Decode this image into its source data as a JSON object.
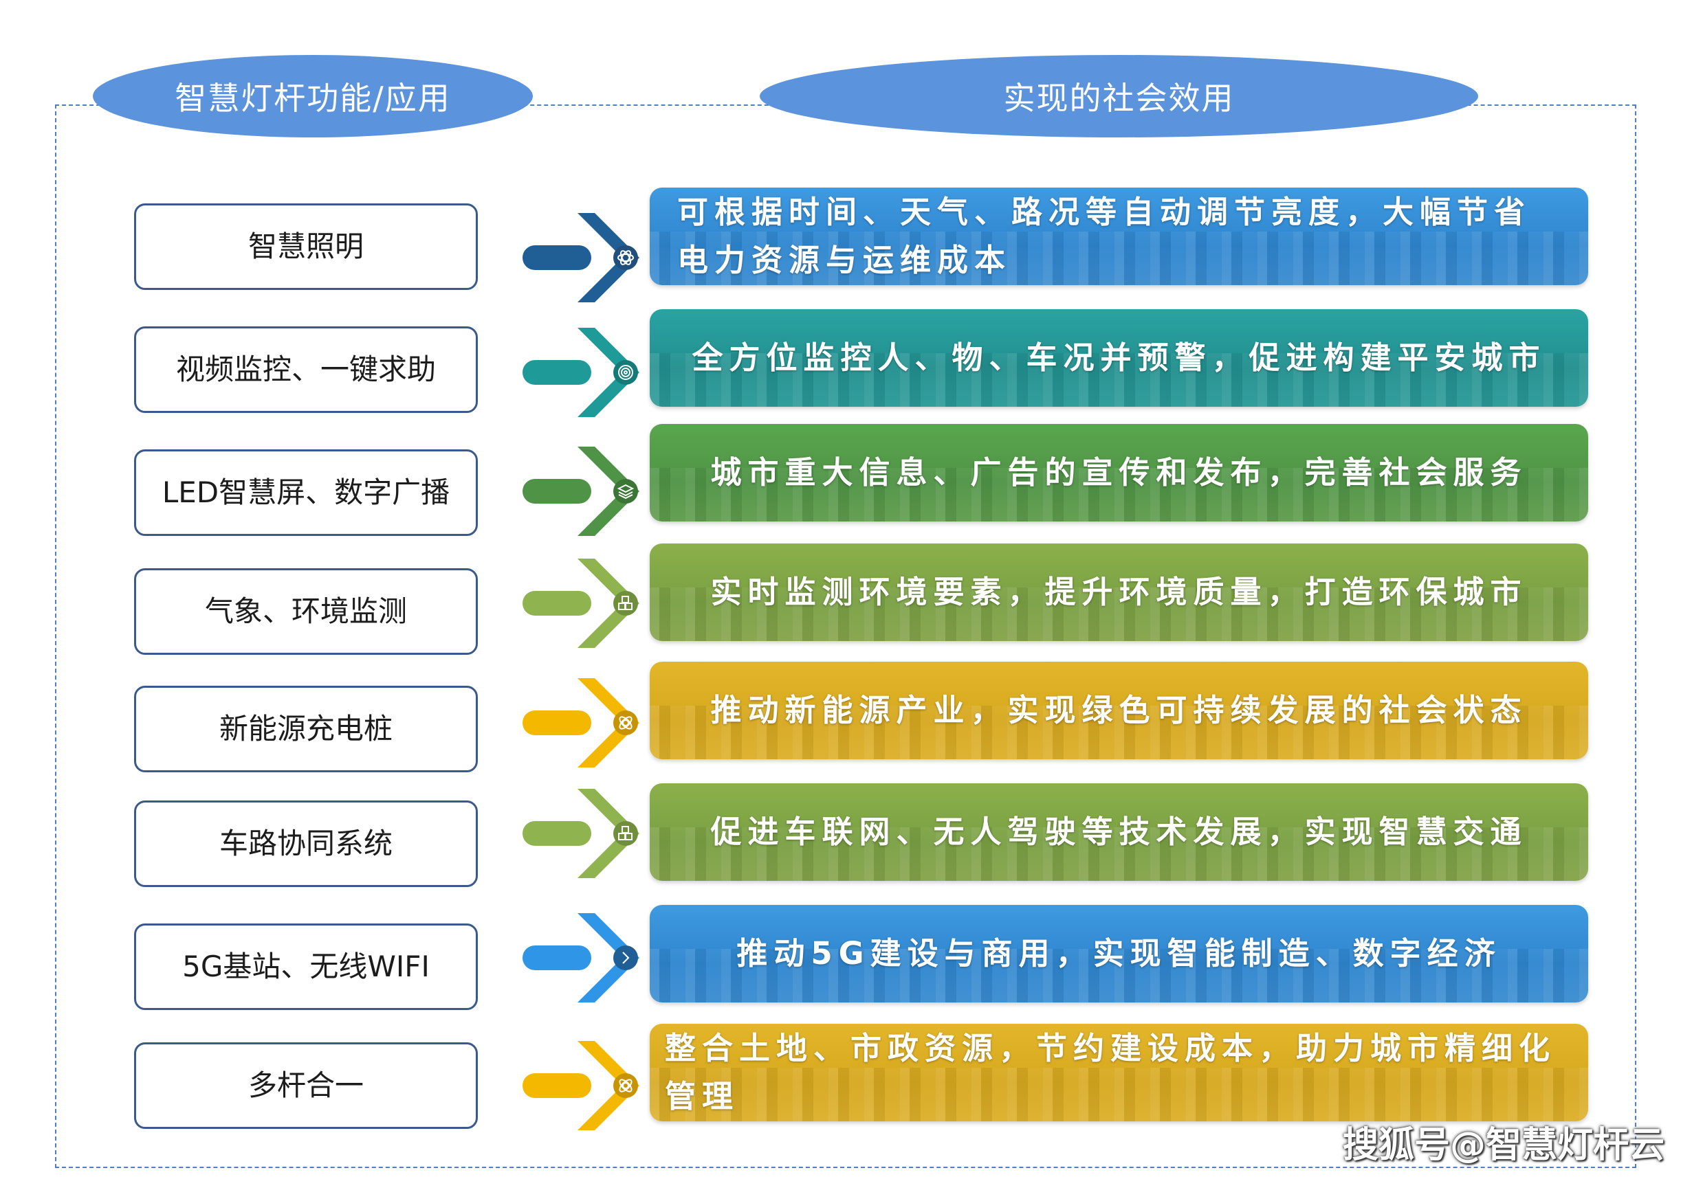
{
  "headers": {
    "left": "智慧灯杆功能/应用",
    "right": "实现的社会效用"
  },
  "rows": [
    {
      "function": "智慧照明",
      "effect": "可根据时间、天气、路况等自动调节亮度，大幅节省电力资源与运维成本",
      "color": "#2f86cf",
      "icon": "atom-icon"
    },
    {
      "function": "视频监控、一键求助",
      "effect": "全方位监控人、物、车况并预警，促进构建平安城市",
      "color": "#22908f",
      "icon": "target-icon"
    },
    {
      "function": "LED智慧屏、数字广播",
      "effect": "城市重大信息、广告的宣传和发布，完善社会服务",
      "color": "#4f9446",
      "icon": "layers-icon"
    },
    {
      "function": "气象、环境监测",
      "effect": "实时监测环境要素，提升环境质量，打造环保城市",
      "color": "#7aa044",
      "icon": "cubes-icon"
    },
    {
      "function": "新能源充电桩",
      "effect": "推动新能源产业，实现绿色可持续发展的社会状态",
      "color": "#d6a81f",
      "icon": "orbit-icon"
    },
    {
      "function": "车路协同系统",
      "effect": "促进车联网、无人驾驶等技术发展，实现智慧交通",
      "color": "#7aa044",
      "icon": "cubes-icon"
    },
    {
      "function": "5G基站、无线WIFI",
      "effect": "推动5G建设与商用，实现智能制造、数字经济",
      "color": "#2f86cf",
      "icon": "chevron-right-icon"
    },
    {
      "function": "多杆合一",
      "effect": "整合土地、市政资源，节约建设成本，助力城市精细化管理",
      "color": "#d6a81f",
      "icon": "orbit-icon"
    }
  ],
  "watermark": "搜狐号@智慧灯杆云"
}
